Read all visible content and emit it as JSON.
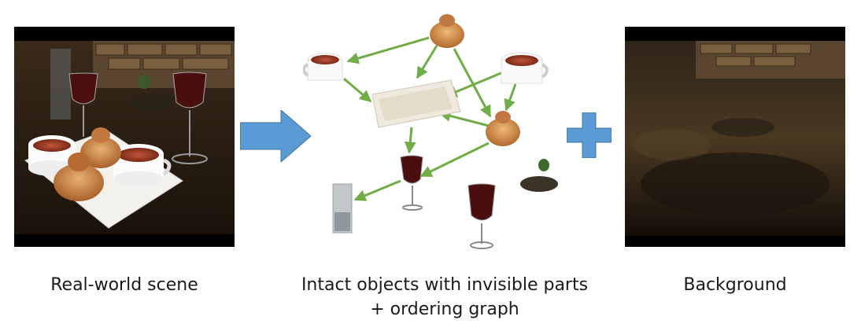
{
  "captions": {
    "left": "Real-world scene",
    "center_line1": "Intact objects with invisible parts",
    "center_line2": "+ ordering graph",
    "right": "Background"
  },
  "colors": {
    "arrow_blue": "#5b9bd5",
    "graph_edge_green": "#70ad47",
    "frame_black": "#000000"
  },
  "icons": {
    "big_arrow": "right-arrow-icon",
    "plus": "plus-icon"
  }
}
